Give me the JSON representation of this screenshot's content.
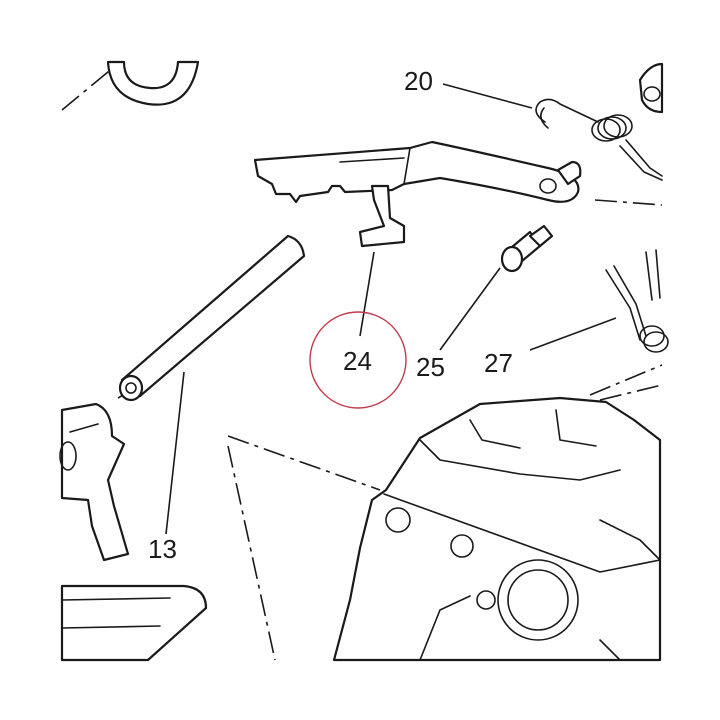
{
  "diagram": {
    "callouts": {
      "c20": "20",
      "c24": "24",
      "c25": "25",
      "c27": "27",
      "c13": "13"
    },
    "highlight_color": "#c0394b",
    "line_color": "#1a1a1a"
  }
}
